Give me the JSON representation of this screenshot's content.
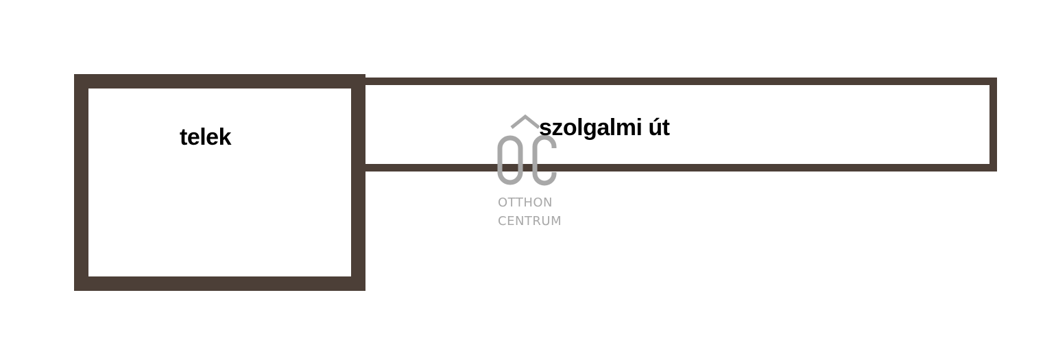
{
  "diagram": {
    "lot_label": "telek",
    "road_label": "szolgalmi út",
    "colors": {
      "outline": "#4c3f37",
      "text": "#000000",
      "watermark": "#a8a8a8"
    }
  },
  "watermark": {
    "logo_letters": "OC",
    "line1": "OTTHON",
    "line2": "CENTRUM"
  }
}
